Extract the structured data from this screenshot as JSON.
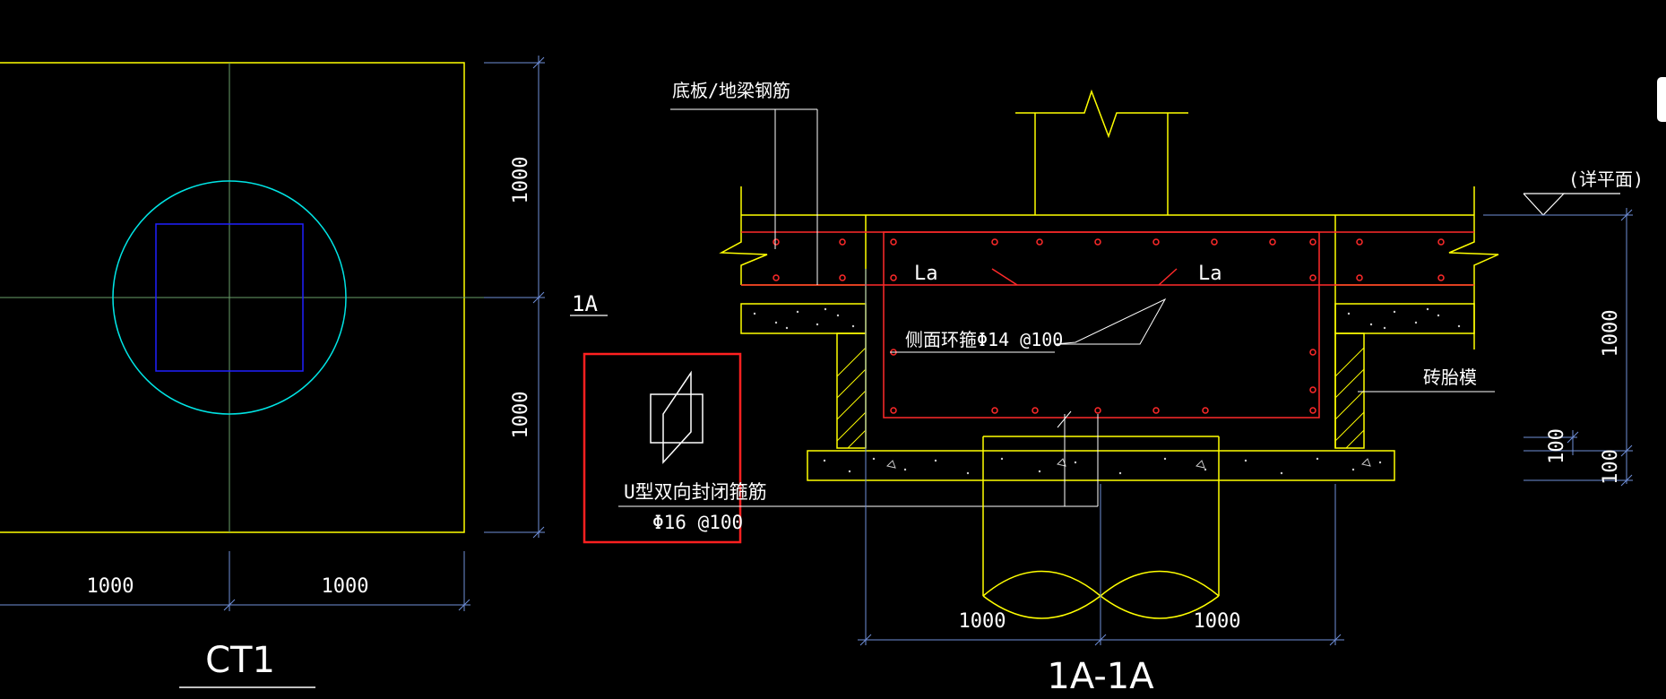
{
  "labels": {
    "plan_title": "CT1",
    "section_title": "1A-1A",
    "section_mark": "1A",
    "top_rebar": "底板/地梁钢筋",
    "detail_plane": "(详平面)",
    "la_left": "La",
    "la_right": "La",
    "side_stirrup": "侧面环箍Φ14 @100",
    "brick_mold": "砖胎模",
    "u_stirrup": "U型双向封闭箍筋",
    "u_spacing": "Φ16 @100"
  },
  "dims": {
    "plan_right_top": "1000",
    "plan_right_bottom": "1000",
    "plan_bottom_left": "1000",
    "plan_bottom_right": "1000",
    "sec_bottom_left": "1000",
    "sec_bottom_right": "1000",
    "sec_right_main": "1000",
    "sec_right_100a": "100",
    "sec_right_100b": "100"
  },
  "colors": {
    "yellow": "#ffff00",
    "cyan": "#00e5e5",
    "blue": "#2020ff",
    "red": "#ff2a2a",
    "dim_blue": "#6f8fd8",
    "white": "#ffffff",
    "highlight": "#ff2020"
  }
}
